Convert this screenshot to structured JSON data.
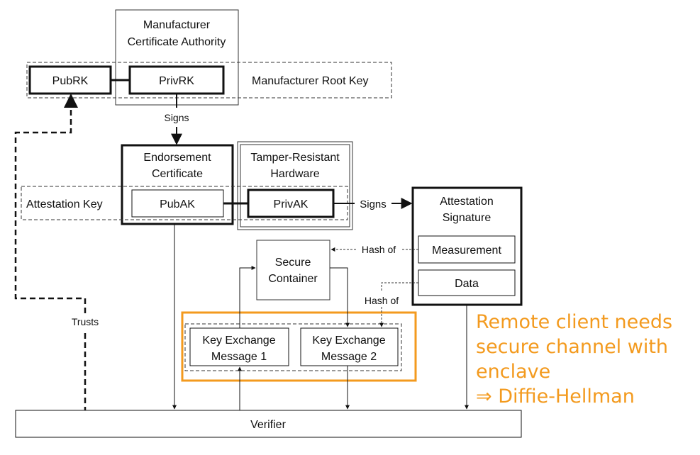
{
  "nodes": {
    "manufacturer_ca": [
      "Manufacturer",
      "Certificate Authority"
    ],
    "pubrk": "PubRK",
    "privrk": "PrivRK",
    "manufacturer_root_key": "Manufacturer Root Key",
    "endorsement_certificate": [
      "Endorsement",
      "Certificate"
    ],
    "tamper_resistant_hardware": [
      "Tamper-Resistant",
      "Hardware"
    ],
    "attestation_key": "Attestation Key",
    "pubak": "PubAK",
    "privak": "PrivAK",
    "attestation_signature": [
      "Attestation",
      "Signature"
    ],
    "measurement": "Measurement",
    "data": "Data",
    "secure_container": [
      "Secure",
      "Container"
    ],
    "key_exchange_1": [
      "Key Exchange",
      "Message 1"
    ],
    "key_exchange_2": [
      "Key Exchange",
      "Message 2"
    ],
    "verifier": "Verifier"
  },
  "edges": {
    "signs_1": "Signs",
    "signs_2": "Signs",
    "hash_of_1": "Hash of",
    "hash_of_2": "Hash of",
    "trusts": "Trusts"
  },
  "callout": {
    "lines": [
      "Remote client needs",
      "secure channel with",
      "enclave",
      "⇒ Diffie-Hellman"
    ],
    "color": "#f39a1e"
  }
}
